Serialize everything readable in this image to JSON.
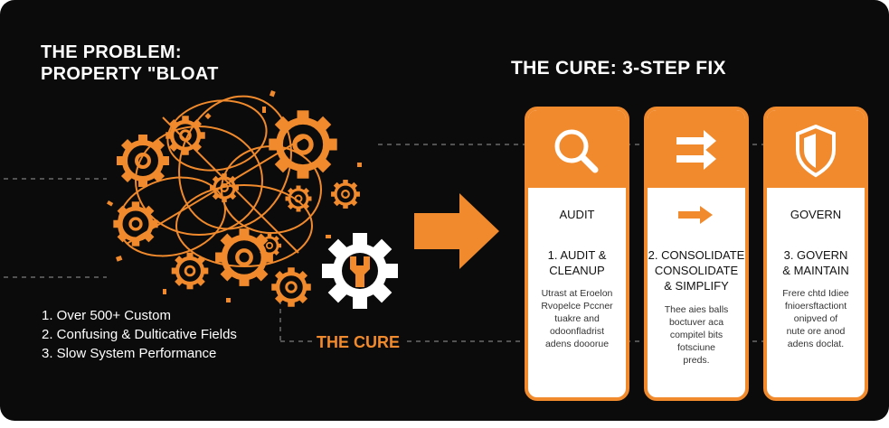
{
  "problem": {
    "title_line1": "THE PROBLEM:",
    "title_line2": "PROPERTY \"BLOAT",
    "items": [
      "1. Over 500+ Custom",
      "2. Confusing & Dulticative Fields",
      "3. Slow System Performance"
    ]
  },
  "cure": {
    "label": "THE CURE",
    "title": "THE CURE: 3-STEP FIX",
    "cards": [
      {
        "icon": "magnifier-icon",
        "heading": "AUDIT",
        "step_lines": [
          "1. AUDIT &",
          "CLEANUP"
        ],
        "desc_lines": [
          "Utrast at Eroelon",
          "Rvopelce Pccner",
          "tuakre and",
          "odoonfladrist",
          "adens dooorue"
        ]
      },
      {
        "icon": "double-arrow-icon",
        "heading_icon": "arrow-right-icon",
        "step_lines": [
          "2. CONSOLIDATE",
          "CONSOLIDATE",
          "& SIMPLIFY"
        ],
        "desc_lines": [
          "Thee aies balls",
          "boctuver aca",
          "compitel bits",
          "fotsciune",
          "preds."
        ]
      },
      {
        "icon": "shield-icon",
        "heading": "GOVERN",
        "step_lines": [
          "3. GOVERN",
          "& MAINTAIN"
        ],
        "desc_lines": [
          "Frere chtd Idiee",
          "fnioersftactiont",
          "onipved of",
          "nute ore anod",
          "adens doclat."
        ]
      }
    ]
  },
  "colors": {
    "background": "#0b0b0b",
    "accent": "#f08a2c",
    "text": "#ffffff"
  }
}
